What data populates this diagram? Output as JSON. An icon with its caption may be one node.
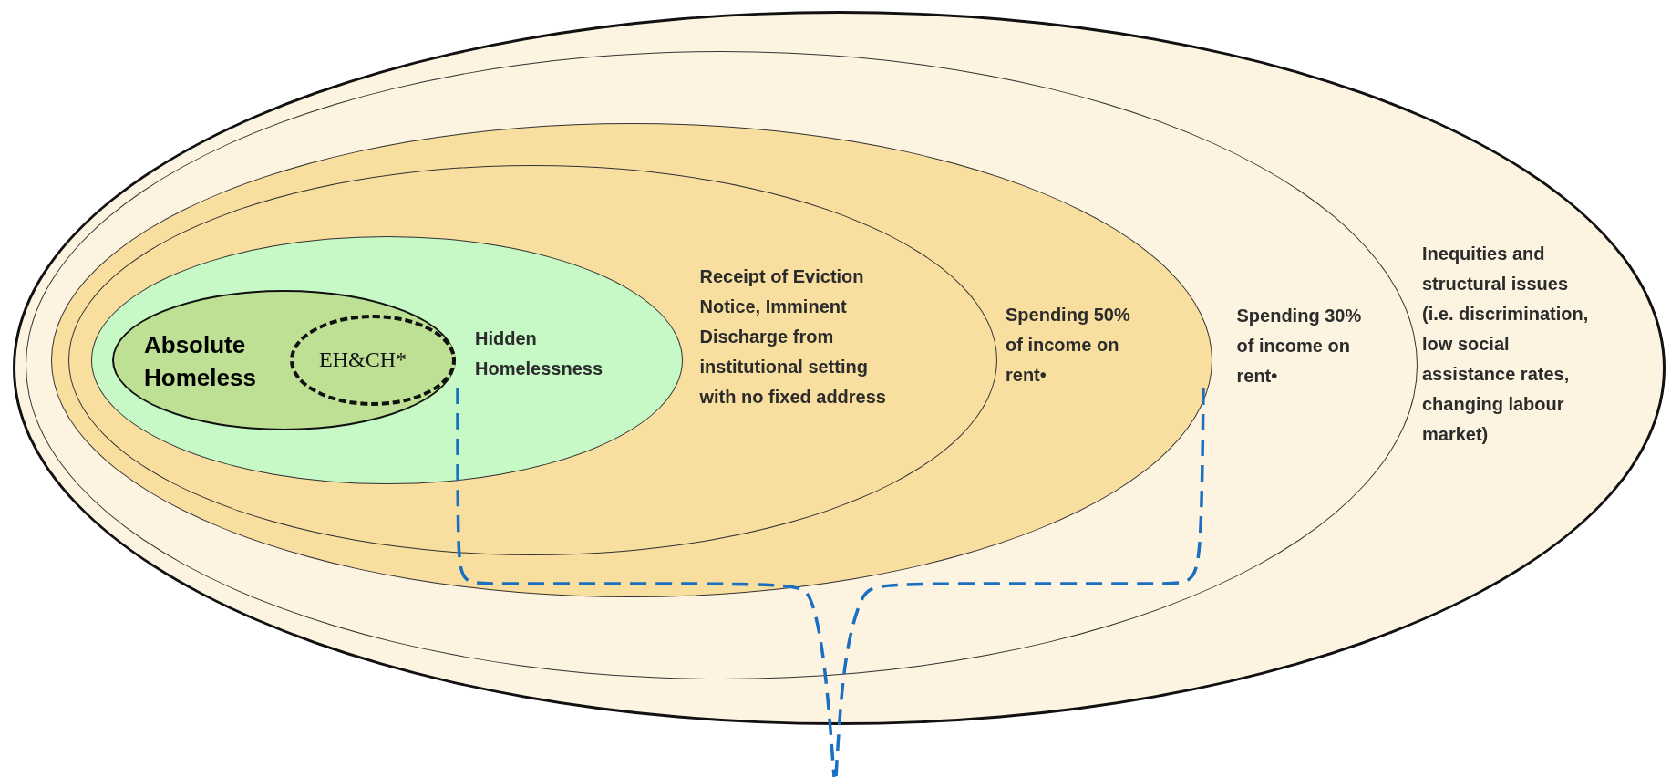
{
  "diagram": {
    "nodes": [
      {
        "text": [
          "Inequities and structural issues (i.e. discrimination, low social assistance rates, changing labour market)"
        ]
      },
      {
        "text": [
          "Spending 30% of income on rent•"
        ],
        "in": 0
      },
      {
        "text": [
          "Spending 50% of income on rent•"
        ],
        "in": 1
      },
      {
        "text": [
          "Receipt of Eviction Notice, Imminent Discharge from institutional setting with no fixed address"
        ],
        "in": 2
      },
      {
        "text": [
          "Hidden Homelessness"
        ],
        "in": 3
      },
      {
        "text": [
          "Absolute Homeless"
        ],
        "in": 4
      },
      {
        "text": [
          "EH&CH*"
        ],
        "in": 5
      }
    ]
  }
}
